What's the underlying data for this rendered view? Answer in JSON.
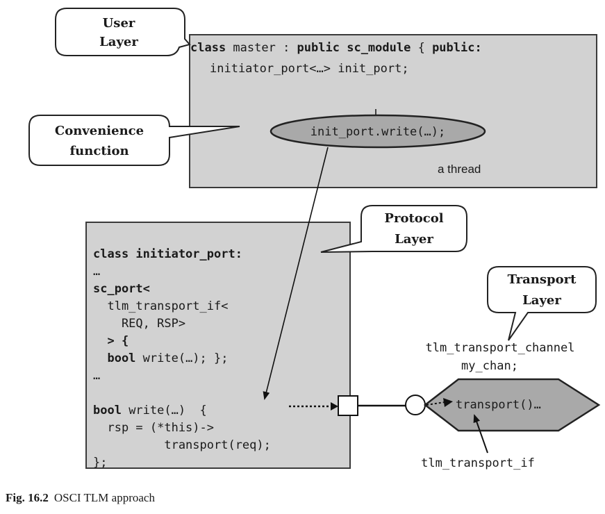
{
  "callouts": {
    "user_layer": [
      "User",
      "Layer"
    ],
    "convenience": [
      "Convenience",
      "function"
    ],
    "protocol_layer": [
      "Protocol",
      "Layer"
    ],
    "transport_layer": [
      "Transport",
      "Layer"
    ]
  },
  "master_box": {
    "line1_parts": [
      {
        "text": "class",
        "bold": true
      },
      {
        "text": " master : ",
        "bold": false
      },
      {
        "text": "public",
        "bold": true
      },
      {
        "text": " ",
        "bold": false
      },
      {
        "text": "sc_module",
        "bold": true
      },
      {
        "text": " { ",
        "bold": false
      },
      {
        "text": "public:",
        "bold": true
      }
    ],
    "line2": "initiator_port<…> init_port;",
    "call": "init_port.write(…);",
    "thread_label": "a thread"
  },
  "port_box": {
    "lines": [
      [
        {
          "text": "class initiator_port:",
          "bold": true
        }
      ],
      [
        {
          "text": "…",
          "bold": false
        }
      ],
      [
        {
          "text": "sc_port<",
          "bold": true
        }
      ],
      [
        {
          "text": "  tlm_transport_if<",
          "bold": false
        }
      ],
      [
        {
          "text": "    REQ, RSP>",
          "bold": false
        }
      ],
      [
        {
          "text": "  > {",
          "bold": true
        }
      ],
      [
        {
          "text": "  bool",
          "bold": true
        },
        {
          "text": " write(…); };",
          "bold": false
        }
      ],
      [
        {
          "text": "…",
          "bold": false
        }
      ],
      [
        {
          "text": "",
          "bold": false
        }
      ],
      [
        {
          "text": "bool",
          "bold": true
        },
        {
          "text": " write(…)  {",
          "bold": false
        }
      ],
      [
        {
          "text": "  rsp = (*this)->",
          "bold": false
        }
      ],
      [
        {
          "text": "          transport(req);",
          "bold": false
        }
      ],
      [
        {
          "text": "};",
          "bold": false
        }
      ]
    ]
  },
  "channel": {
    "name_line1": "tlm_transport_channel",
    "name_line2": "my_chan;",
    "method": "transport()…",
    "interface_label": "tlm_transport_if"
  },
  "caption": {
    "number": "Fig. 16.2",
    "text": "OSCI TLM approach"
  }
}
